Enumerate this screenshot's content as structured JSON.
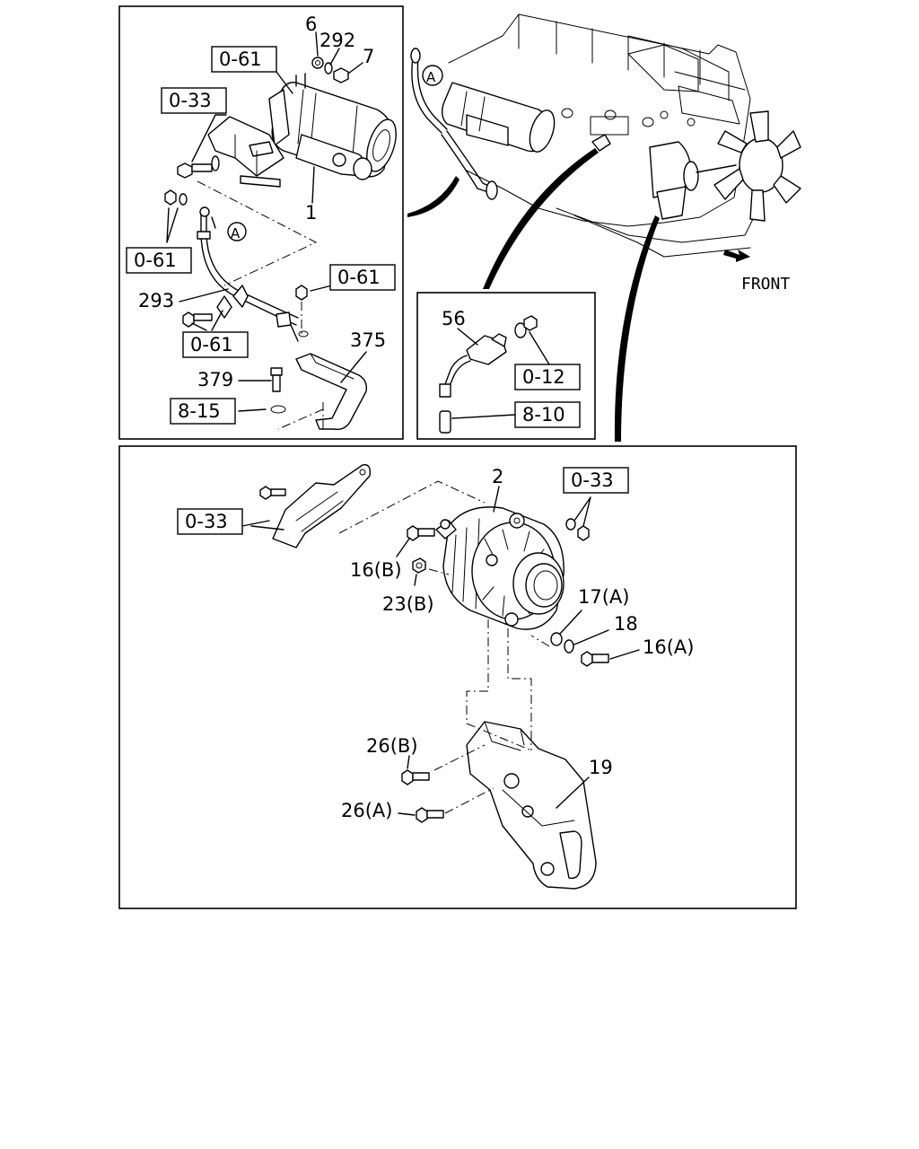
{
  "panels": {
    "starter": {
      "part_numbers": [
        "6",
        "292",
        "7",
        "1",
        "293",
        "375",
        "379"
      ],
      "section_refs": [
        "0-61",
        "0-33",
        "0-61",
        "0-61",
        "0-61",
        "8-15"
      ],
      "connector_marker": "A"
    },
    "engine_overview": {
      "connector_marker": "A",
      "direction_label": "FRONT"
    },
    "sensor": {
      "part_numbers": [
        "56"
      ],
      "section_refs": [
        "0-12",
        "8-10"
      ]
    },
    "alternator": {
      "part_numbers": [
        "2",
        "16(B)",
        "23(B)",
        "17(A)",
        "18",
        "16(A)",
        "26(B)",
        "26(A)",
        "19"
      ],
      "section_refs": [
        "0-33",
        "0-33"
      ]
    }
  }
}
